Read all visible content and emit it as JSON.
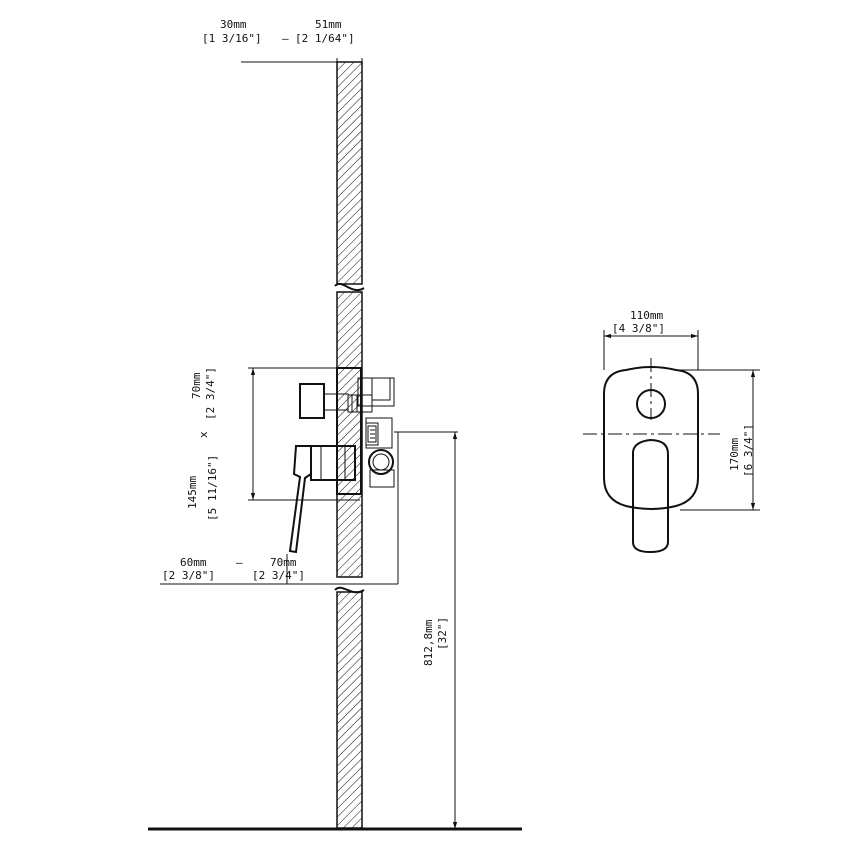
{
  "dimensions": {
    "wall_depth_mm": "30mm",
    "wall_depth_in": "[1 3/16\"]",
    "wall_depth_sep": "—",
    "rough_depth_mm": "51mm",
    "rough_depth_in": "[2 1/64\"]",
    "height_mm": "70mm",
    "height_in": "[2 3/4\"]",
    "body_height_mm": "145mm",
    "body_height_in": "[5 11/16\"]",
    "times": "x",
    "lever_reach_mm": "60mm",
    "lever_reach_in": "[2 3/8\"]",
    "reach_sep": "—",
    "body_depth_mm": "70mm",
    "body_depth_in": "[2 3/4\"]",
    "floor_height_mm": "812,8mm",
    "floor_height_in": "[32\"]",
    "plate_width_mm": "110mm",
    "plate_width_in": "[4 3/8\"]",
    "plate_height_mm": "170mm",
    "plate_height_in": "[6 3/4\"]"
  }
}
